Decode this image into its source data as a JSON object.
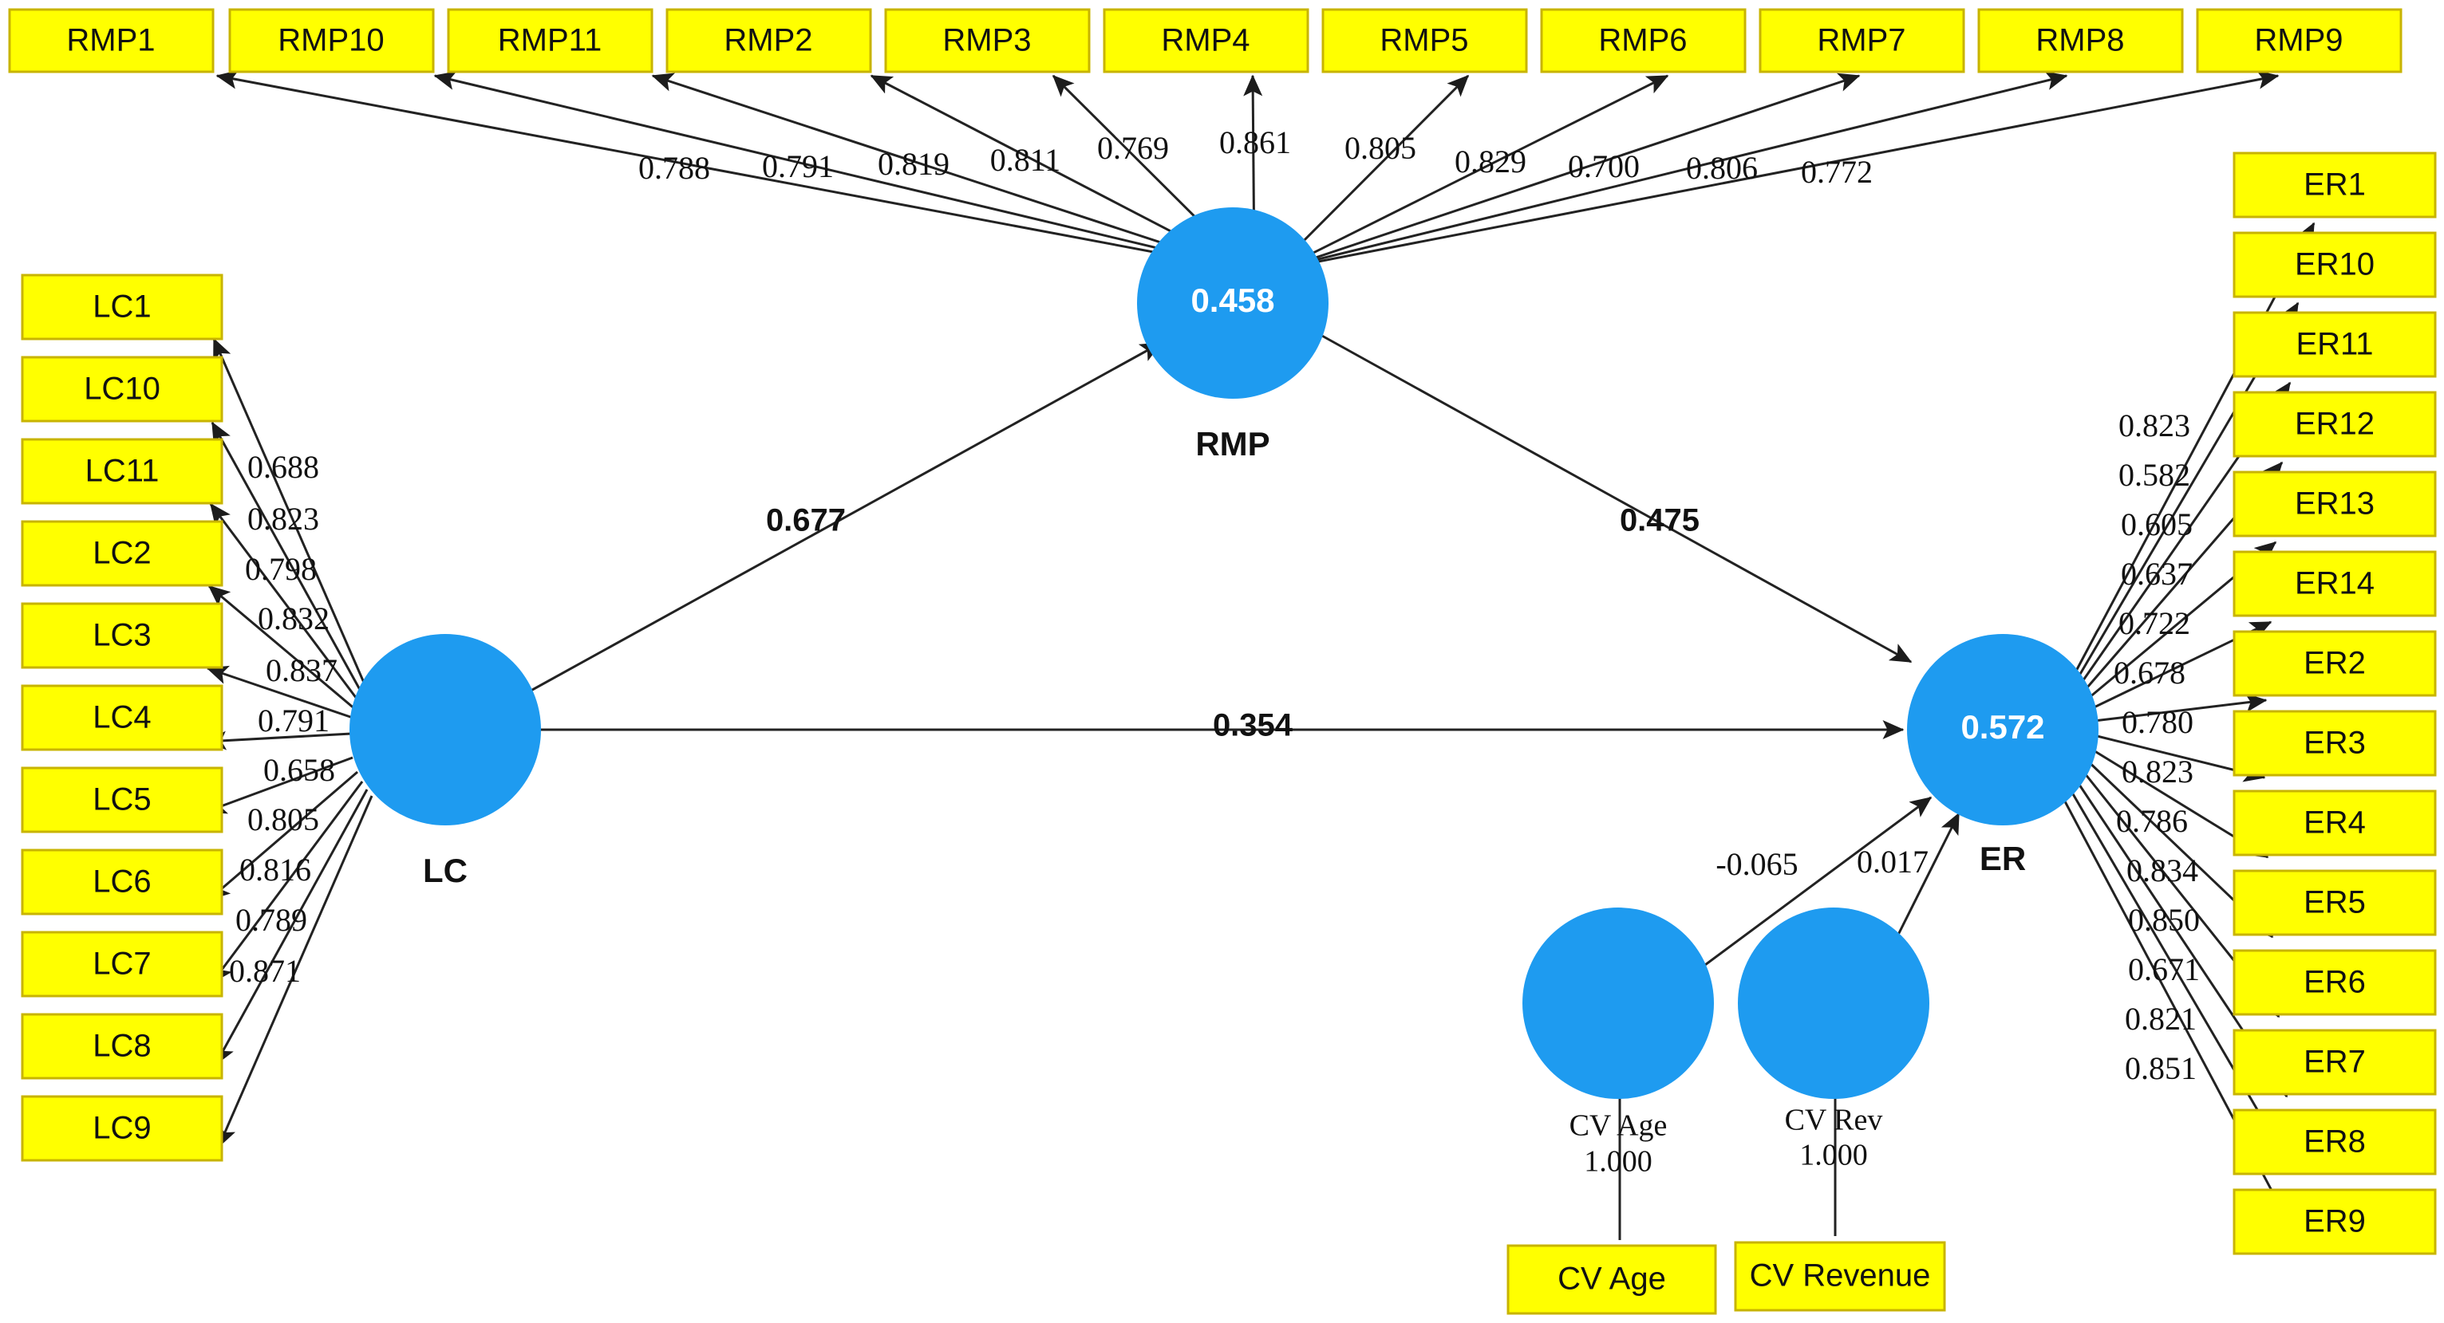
{
  "diagram": {
    "type": "sem-path-diagram",
    "colors": {
      "indicator_fill": "#ffff00",
      "indicator_stroke": "#c8b400",
      "construct_fill": "#1e9bf0",
      "edge": "#222222",
      "construct_value_text": "#ffffff",
      "background": "#ffffff"
    }
  },
  "constructs": {
    "lc": {
      "name": "LC",
      "value": ""
    },
    "rmp": {
      "name": "RMP",
      "value": "0.458"
    },
    "er": {
      "name": "ER",
      "value": "0.572"
    },
    "cv_age": {
      "name": "",
      "value": "",
      "edge_label": "CV Age",
      "loading": "1.000"
    },
    "cv_rev": {
      "name": "",
      "value": "",
      "edge_label": "CV Rev",
      "loading": "1.000"
    }
  },
  "paths": [
    {
      "id": "lc-rmp",
      "from": "LC",
      "to": "RMP",
      "coefficient": "0.677"
    },
    {
      "id": "rmp-er",
      "from": "RMP",
      "to": "ER",
      "coefficient": "0.475"
    },
    {
      "id": "lc-er",
      "from": "LC",
      "to": "ER",
      "coefficient": "0.354"
    },
    {
      "id": "cvage-er",
      "from": "CV Age",
      "to": "ER",
      "coefficient": "-0.065"
    },
    {
      "id": "cvrev-er",
      "from": "CV Rev",
      "to": "ER",
      "coefficient": "0.017"
    }
  ],
  "indicators": {
    "rmp": [
      {
        "label": "RMP1",
        "loading": "0.788"
      },
      {
        "label": "RMP10",
        "loading": "0.791"
      },
      {
        "label": "RMP11",
        "loading": "0.819"
      },
      {
        "label": "RMP2",
        "loading": "0.811"
      },
      {
        "label": "RMP3",
        "loading": "0.769"
      },
      {
        "label": "RMP4",
        "loading": "0.861"
      },
      {
        "label": "RMP5",
        "loading": "0.805"
      },
      {
        "label": "RMP6",
        "loading": "0.829"
      },
      {
        "label": "RMP7",
        "loading": "0.700"
      },
      {
        "label": "RMP8",
        "loading": "0.806"
      },
      {
        "label": "RMP9",
        "loading": "0.772"
      }
    ],
    "lc": [
      {
        "label": "LC1",
        "loading": "0.688"
      },
      {
        "label": "LC10",
        "loading": "0.823"
      },
      {
        "label": "LC11",
        "loading": "0.798"
      },
      {
        "label": "LC2",
        "loading": "0.832"
      },
      {
        "label": "LC3",
        "loading": "0.837"
      },
      {
        "label": "LC4",
        "loading": "0.791"
      },
      {
        "label": "LC5",
        "loading": "0.658"
      },
      {
        "label": "LC6",
        "loading": "0.805"
      },
      {
        "label": "LC7",
        "loading": "0.816"
      },
      {
        "label": "LC8",
        "loading": "0.789"
      },
      {
        "label": "LC9",
        "loading": "0.871"
      }
    ],
    "er": [
      {
        "label": "ER1",
        "loading": "0.823"
      },
      {
        "label": "ER10",
        "loading": "0.582"
      },
      {
        "label": "ER11",
        "loading": "0.605"
      },
      {
        "label": "ER12",
        "loading": "0.637"
      },
      {
        "label": "ER13",
        "loading": "0.722"
      },
      {
        "label": "ER14",
        "loading": "0.678"
      },
      {
        "label": "ER2",
        "loading": "0.780"
      },
      {
        "label": "ER3",
        "loading": "0.823"
      },
      {
        "label": "ER4",
        "loading": "0.786"
      },
      {
        "label": "ER5",
        "loading": "0.834"
      },
      {
        "label": "ER6",
        "loading": "0.850"
      },
      {
        "label": "ER7",
        "loading": "0.671"
      },
      {
        "label": "ER8",
        "loading": "0.821"
      },
      {
        "label": "ER9",
        "loading": "0.851"
      }
    ],
    "cv": [
      {
        "label": "CV Age"
      },
      {
        "label": "CV Revenue"
      }
    ]
  },
  "chart_data": {
    "type": "diagram",
    "title": "",
    "nodes": [
      {
        "id": "LC",
        "kind": "latent",
        "r2": null
      },
      {
        "id": "RMP",
        "kind": "latent",
        "r2": 0.458
      },
      {
        "id": "ER",
        "kind": "latent",
        "r2": 0.572
      },
      {
        "id": "CV Age",
        "kind": "latent-control",
        "r2": null
      },
      {
        "id": "CV Rev",
        "kind": "latent-control",
        "r2": null
      }
    ],
    "structural_paths": [
      {
        "from": "LC",
        "to": "RMP",
        "beta": 0.677
      },
      {
        "from": "RMP",
        "to": "ER",
        "beta": 0.475
      },
      {
        "from": "LC",
        "to": "ER",
        "beta": 0.354
      },
      {
        "from": "CV Age",
        "to": "ER",
        "beta": -0.065
      },
      {
        "from": "CV Rev",
        "to": "ER",
        "beta": 0.017
      }
    ],
    "measurement_loadings": {
      "RMP": {
        "RMP1": 0.788,
        "RMP10": 0.791,
        "RMP11": 0.819,
        "RMP2": 0.811,
        "RMP3": 0.769,
        "RMP4": 0.861,
        "RMP5": 0.805,
        "RMP6": 0.829,
        "RMP7": 0.7,
        "RMP8": 0.806,
        "RMP9": 0.772
      },
      "LC": {
        "LC1": 0.688,
        "LC10": 0.823,
        "LC11": 0.798,
        "LC2": 0.832,
        "LC3": 0.837,
        "LC4": 0.791,
        "LC5": 0.658,
        "LC6": 0.805,
        "LC7": 0.816,
        "LC8": 0.789,
        "LC9": 0.871
      },
      "ER": {
        "ER1": 0.823,
        "ER10": 0.582,
        "ER11": 0.605,
        "ER12": 0.637,
        "ER13": 0.722,
        "ER14": 0.678,
        "ER2": 0.78,
        "ER3": 0.823,
        "ER4": 0.786,
        "ER5": 0.834,
        "ER6": 0.85,
        "ER7": 0.671,
        "ER8": 0.821,
        "ER9": 0.851
      },
      "CV Age": {
        "CV Age": 1.0
      },
      "CV Rev": {
        "CV Revenue": 1.0
      }
    }
  }
}
